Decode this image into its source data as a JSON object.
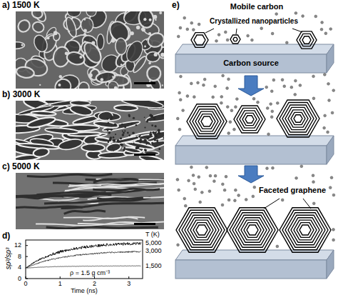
{
  "diagram": {
    "labels": [
      "a) 1500 K",
      "b) 3000 K",
      "c) 5000 K",
      "d)",
      "sp²/sp³",
      "0",
      "4",
      "8",
      "12",
      "0",
      "1",
      "2",
      "3",
      "Time (ns)",
      "T (K)",
      "5,000",
      "3,000",
      "1,500",
      "ρ = 1.5 g cm⁻³",
      "e)",
      "Mobile carbon",
      "Crystallized nanoparticles",
      "Carbon source",
      "Faceted graphene"
    ]
  }
}
